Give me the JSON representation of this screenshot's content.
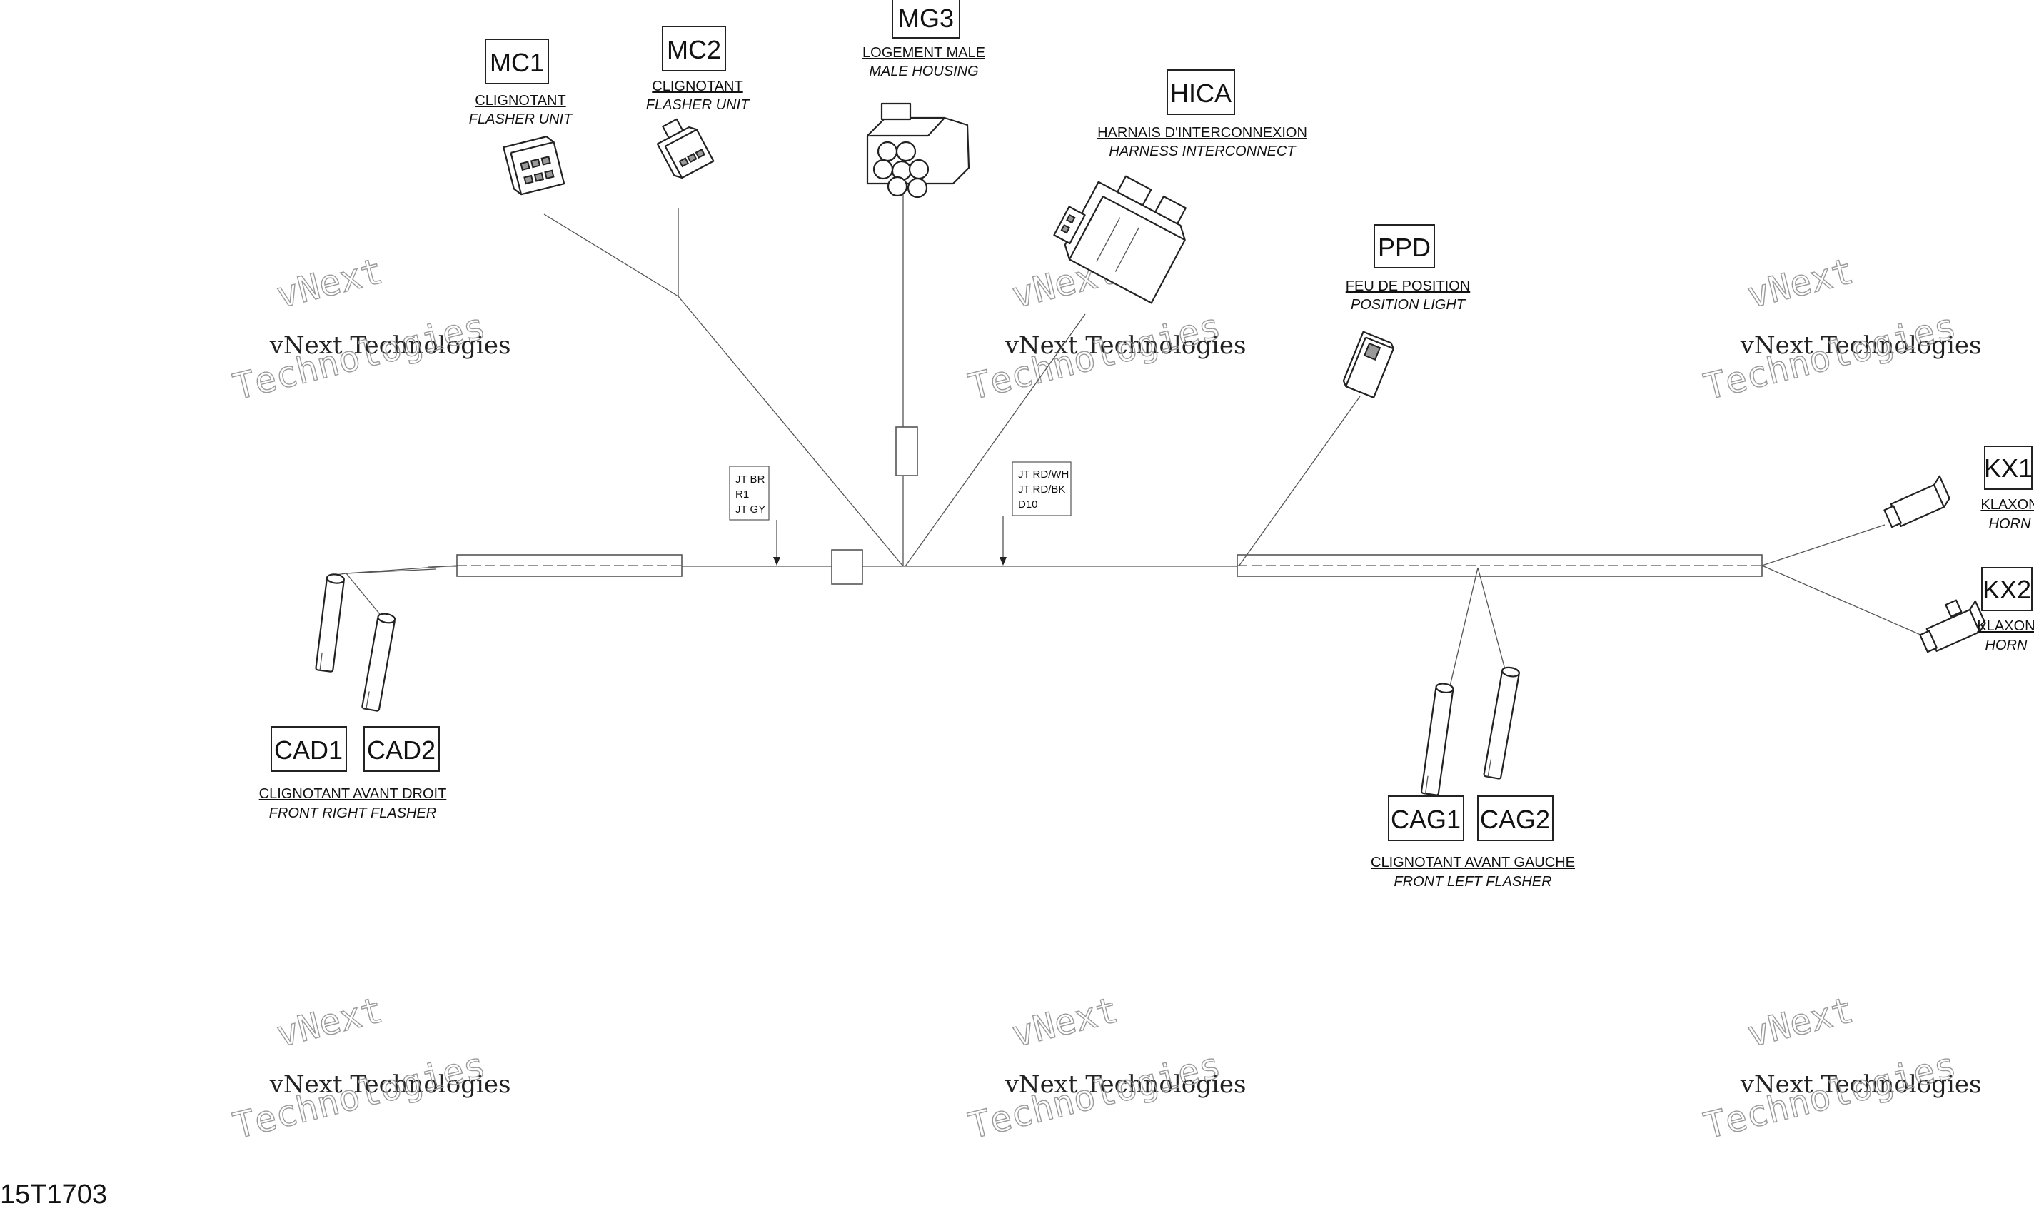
{
  "figure_ref": "15T1703",
  "watermark": {
    "line1": "vNext Technologies",
    "line2": "vNext",
    "line3": "Technologies"
  },
  "components": {
    "mc1": {
      "code": "MC1",
      "fr": "CLIGNOTANT",
      "en": "FLASHER UNIT"
    },
    "mc2": {
      "code": "MC2",
      "fr": "CLIGNOTANT",
      "en": "FLASHER UNIT"
    },
    "mg3": {
      "code": "MG3",
      "fr": "LOGEMENT MALE",
      "en": "MALE HOUSING"
    },
    "hica": {
      "code": "HICA",
      "fr": "HARNAIS D'INTERCONNEXION",
      "en": "HARNESS INTERCONNECT"
    },
    "ppd": {
      "code": "PPD",
      "fr": "FEU DE POSITION",
      "en": "POSITION LIGHT"
    },
    "kx1": {
      "code": "KX1",
      "fr": "KLAXON",
      "en": "HORN"
    },
    "kx2": {
      "code": "KX2",
      "fr": "KLAXON",
      "en": "HORN"
    },
    "cad": {
      "code1": "CAD1",
      "code2": "CAD2",
      "fr": "CLIGNOTANT AVANT DROIT",
      "en": "FRONT RIGHT FLASHER"
    },
    "cag": {
      "code1": "CAG1",
      "code2": "CAG2",
      "fr": "CLIGNOTANT AVANT GAUCHE",
      "en": "FRONT LEFT FLASHER"
    }
  },
  "splice_notes": {
    "left": [
      "JT BR",
      "R1",
      "JT GY"
    ],
    "right": [
      "JT RD/WH",
      "JT RD/BK",
      "D10"
    ]
  }
}
